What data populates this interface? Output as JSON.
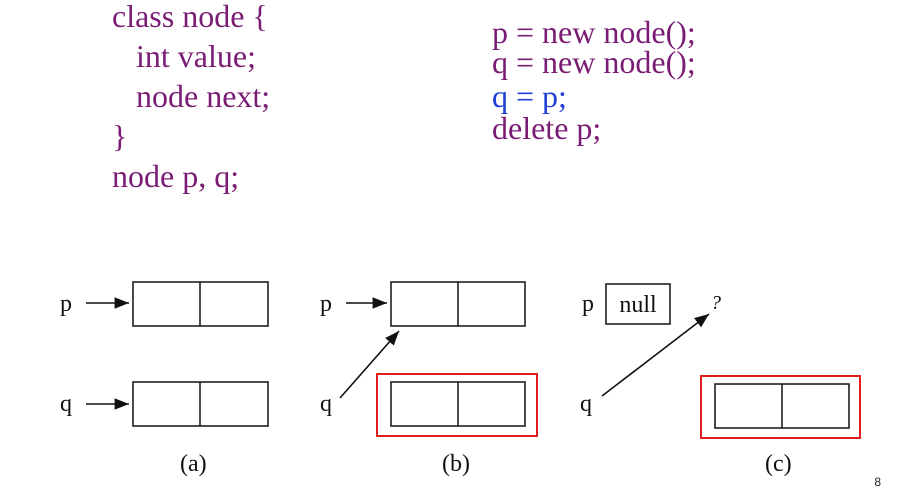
{
  "code_left": [
    "class node {",
    "   int value;",
    "   node next;",
    "}",
    "node p, q;"
  ],
  "code_right": [
    "p = new node();",
    "q = new node();",
    "q = p;",
    "delete p;"
  ],
  "colors": {
    "code": "#7a1c74",
    "highlight_line": "#1f3fd8",
    "box_highlight": "#e01c1c"
  },
  "diagram": {
    "a": {
      "caption": "(a)",
      "p_label": "p",
      "q_label": "q"
    },
    "b": {
      "caption": "(b)",
      "p_label": "p",
      "q_label": "q"
    },
    "c": {
      "caption": "(c)",
      "p_label": "p",
      "q_label": "q",
      "null_text": "null",
      "dangling_mark": "?"
    }
  },
  "slide_number": "8"
}
